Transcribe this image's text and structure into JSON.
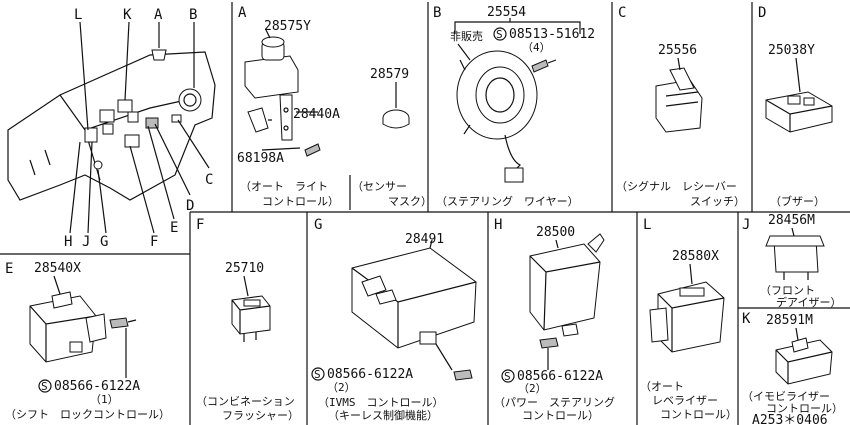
{
  "overview": {
    "letters": {
      "A": "A",
      "B": "B",
      "C": "C",
      "D": "D",
      "E": "E",
      "F": "F",
      "G": "G",
      "H": "H",
      "J": "J",
      "K": "K",
      "L": "L"
    }
  },
  "panels": {
    "A": {
      "letter": "A",
      "parts": [
        "28575Y",
        "28440A",
        "68198A",
        "28579"
      ],
      "cap1a": "（オート　ライト",
      "cap1b": "コントロール）",
      "cap2a": "（センサー",
      "cap2b": "マスク）"
    },
    "B": {
      "letter": "B",
      "part": "25554",
      "not_sold": "非販売",
      "bolt": "08513-51612",
      "qty": "（4）",
      "cap": "（ステアリング　ワイヤー）"
    },
    "C": {
      "letter": "C",
      "part": "25556",
      "cap_a": "（シグナル　レシーバー",
      "cap_b": "スイッチ）"
    },
    "D": {
      "letter": "D",
      "part": "25038Y",
      "cap": "（ブザー）"
    },
    "E": {
      "letter": "E",
      "part": "28540X",
      "bolt": "08566-6122A",
      "qty": "（1）",
      "cap": "（シフト　ロックコントロール）"
    },
    "F": {
      "letter": "F",
      "part": "25710",
      "cap_a": "（コンビネーション",
      "cap_b": "フラッシャー）"
    },
    "G": {
      "letter": "G",
      "part": "28491",
      "bolt": "08566-6122A",
      "qty": "（2）",
      "cap_a": "（IVMS　コントロール）",
      "cap_b": "（キーレス制御機能）"
    },
    "H": {
      "letter": "H",
      "part": "28500",
      "bolt": "08566-6122A",
      "qty": "（2）",
      "cap_a": "（パワー　ステアリング",
      "cap_b": "コントロール）"
    },
    "L": {
      "letter": "L",
      "part": "28580X",
      "cap_a": "（オート",
      "cap_b": "レベライザー",
      "cap_c": "コントロール）"
    },
    "J": {
      "letter": "J",
      "part": "28456M",
      "cap_a": "（フロント",
      "cap_b": "デアイザー）"
    },
    "K": {
      "letter": "K",
      "part": "28591M",
      "cap_a": "（イモビライザー",
      "cap_b": "コントロール）"
    }
  },
  "bolt_symbol": "S",
  "diagram_code": "A253＊0406"
}
